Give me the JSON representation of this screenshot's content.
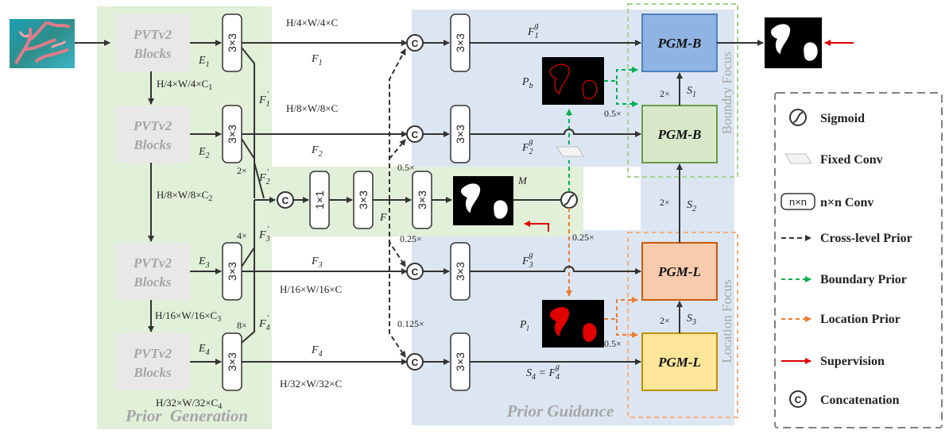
{
  "regions": {
    "prior_generation": "Prior  Generation",
    "prior_guidance": "Prior Guidance",
    "boundary_focus": "Boundry Focus",
    "location_focus": "Location Focus"
  },
  "blocks": {
    "pvt_line1": "PVTv2",
    "pvt_line2": "Blocks",
    "conv3": "3×3",
    "conv1": "1×1",
    "concat": "C",
    "pgm_b": "PGM-B",
    "pgm_l": "PGM-L"
  },
  "dims": {
    "d1": "H/4×W/4×C",
    "d1_down": "H/4×W/4×C",
    "d1_down_sub": "1",
    "d2": "H/8×W/8×C",
    "d2_down": "H/8×W/8×C",
    "d2_down_sub": "2",
    "d3": "H/16×W/16×C",
    "d3_down": "H/16×W/16×C",
    "d3_down_sub": "3",
    "d4": "H/32×W/32×C",
    "d4_down": "H/32×W/32×C",
    "d4_down_sub": "4"
  },
  "labels": {
    "E": "E",
    "F": "F",
    "S": "S",
    "P": "P",
    "M": "M",
    "n1": "1",
    "n2": "2",
    "n3": "3",
    "n4": "4",
    "prime": "'",
    "g": "g",
    "b": "b",
    "l": "l",
    "s4_eq": "S",
    "eq": " = F"
  },
  "scales": {
    "s2x": "2×",
    "s4x": "4×",
    "s8x": "8×",
    "s05": "0.5×",
    "s025": "0.25×",
    "s0125": "0.125×"
  },
  "legend": {
    "sigmoid": "Sigmoid",
    "fixed_conv": "Fixed Conv",
    "nn_conv_icon": "n×n",
    "nn_conv": "n×n Conv",
    "cross_level": "Cross-level Prior",
    "boundary": "Boundary Prior",
    "location": "Location Prior",
    "supervision": "Supervision",
    "concatenation": "Concatenation"
  },
  "colors": {
    "green_bg": "#e2efd9",
    "blue_bg": "#dce6f2",
    "block_gray": "#e8e8e8",
    "pgm_b_top": "#8fb4e3",
    "pgm_b_mid": "#d7e8c8",
    "pgm_l_mid": "#f8cbad",
    "pgm_l_bot": "#ffe699",
    "boundary_green": "#00b050",
    "location_orange": "#ed7d31",
    "supervision_red": "#e00000"
  }
}
